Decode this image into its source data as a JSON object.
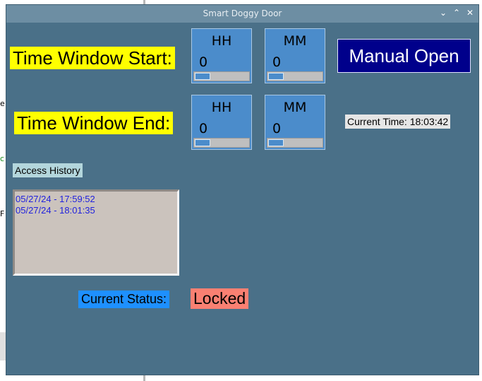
{
  "window": {
    "title": "Smart Doggy Door"
  },
  "background_fragments": [
    "e",
    "c",
    "F"
  ],
  "schedule": {
    "start_label": "Time Window Start:",
    "end_label": "Time Window End:",
    "start": {
      "hours": {
        "label": "HH",
        "value": "0"
      },
      "minutes": {
        "label": "MM",
        "value": "0"
      }
    },
    "end": {
      "hours": {
        "label": "HH",
        "value": "0"
      },
      "minutes": {
        "label": "MM",
        "value": "0"
      }
    }
  },
  "manual_open_label": "Manual Open",
  "current_time_text": "Current Time: 18:03:42",
  "access_history": {
    "label": "Access History",
    "entries": [
      "05/27/24 - 17:59:52",
      "05/27/24 - 18:01:35"
    ]
  },
  "status": {
    "label": "Current Status:",
    "value": "Locked"
  },
  "colors": {
    "window_bg": "#4a7088",
    "titlebar": "#6d8ea3",
    "label_highlight": "#ffff00",
    "spinbox_bg": "#4b8ccb",
    "manual_button_bg": "#00008b",
    "status_label_bg": "#1e90ff",
    "status_value_bg": "#fa8072",
    "history_text": "#2222dd"
  },
  "icons": [
    "chevron-down-icon",
    "chevron-up-icon",
    "close-icon"
  ]
}
